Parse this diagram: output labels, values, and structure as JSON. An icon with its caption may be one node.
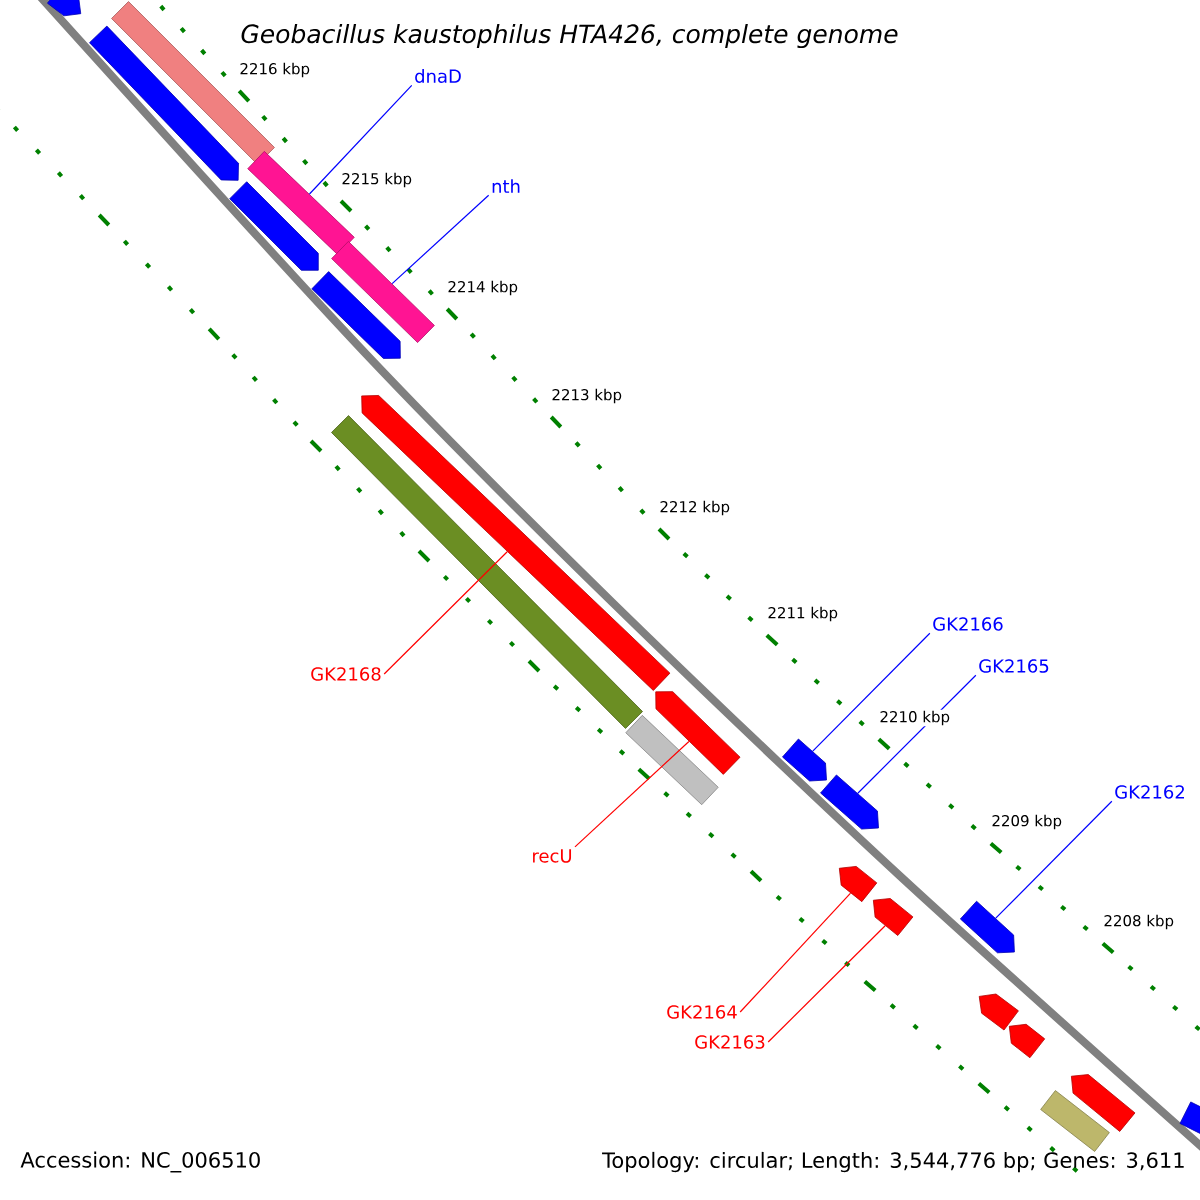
{
  "diagram": {
    "title": "Geobacillus kaustophilus HTA426, complete genome",
    "nodes": [
      {
        "text": [
          "dnaD"
        ]
      },
      {
        "text": [
          "nth"
        ]
      },
      {
        "text": [
          "GK2166"
        ]
      },
      {
        "text": [
          "GK2165"
        ]
      },
      {
        "text": [
          "GK2168"
        ]
      },
      {
        "text": [
          "GK2162"
        ]
      },
      {
        "text": [
          "recU"
        ]
      },
      {
        "text": [
          "GK2164"
        ]
      },
      {
        "text": [
          "GK2163"
        ]
      },
      {
        "text": [],
        "shape": "pentagon"
      },
      {
        "text": [],
        "shape": "box"
      },
      {
        "text": [],
        "shape": "pentagon"
      },
      {
        "text": [],
        "shape": "box"
      },
      {
        "text": [],
        "shape": "pentagon"
      },
      {
        "text": [],
        "shape": "box"
      },
      {
        "text": [],
        "shape": "pentagon"
      },
      {
        "text": [],
        "shape": "pentagon"
      },
      {
        "text": [],
        "shape": "box"
      },
      {
        "text": [],
        "shape": "pentagon"
      },
      {
        "text": [],
        "shape": "box"
      },
      {
        "text": [],
        "shape": "pentagon"
      },
      {
        "text": [],
        "shape": "pentagon"
      },
      {
        "text": [],
        "shape": "pentagon"
      },
      {
        "text": [],
        "shape": "pentagon"
      },
      {
        "text": [],
        "shape": "pentagon"
      },
      {
        "text": [],
        "shape": "pentagon"
      },
      {
        "text": [],
        "shape": "pentagon"
      },
      {
        "text": [],
        "shape": "pentagon"
      },
      {
        "text": [],
        "shape": "pentagon"
      },
      {
        "text": [],
        "shape": "box"
      }
    ],
    "edges": [
      {
        "from": 0,
        "to": 12,
        "arrow": "none"
      },
      {
        "from": 1,
        "to": 14,
        "arrow": "none"
      },
      {
        "from": 2,
        "to": 20,
        "arrow": "none"
      },
      {
        "from": 3,
        "to": 21,
        "arrow": "none"
      },
      {
        "from": 4,
        "to": 16,
        "arrow": "none",
        "color": "#ff0000"
      },
      {
        "from": 5,
        "to": 24,
        "arrow": "none"
      },
      {
        "from": 6,
        "to": 18,
        "arrow": "none",
        "color": "#ff0000"
      },
      {
        "from": 7,
        "to": 22,
        "arrow": "none",
        "color": "#ff0000"
      },
      {
        "from": 8,
        "to": 23,
        "arrow": "none",
        "color": "#ff0000"
      }
    ],
    "labels": [
      "2216 kbp",
      "2215 kbp",
      "2214 kbp",
      "2213 kbp",
      "2212 kbp",
      "2211 kbp",
      "2210 kbp",
      "2209 kbp",
      "2208 kbp",
      "Accession: NC_006510",
      "Topology: circular; Length: 3,544,776 bp; Genes: 3,611"
    ]
  }
}
